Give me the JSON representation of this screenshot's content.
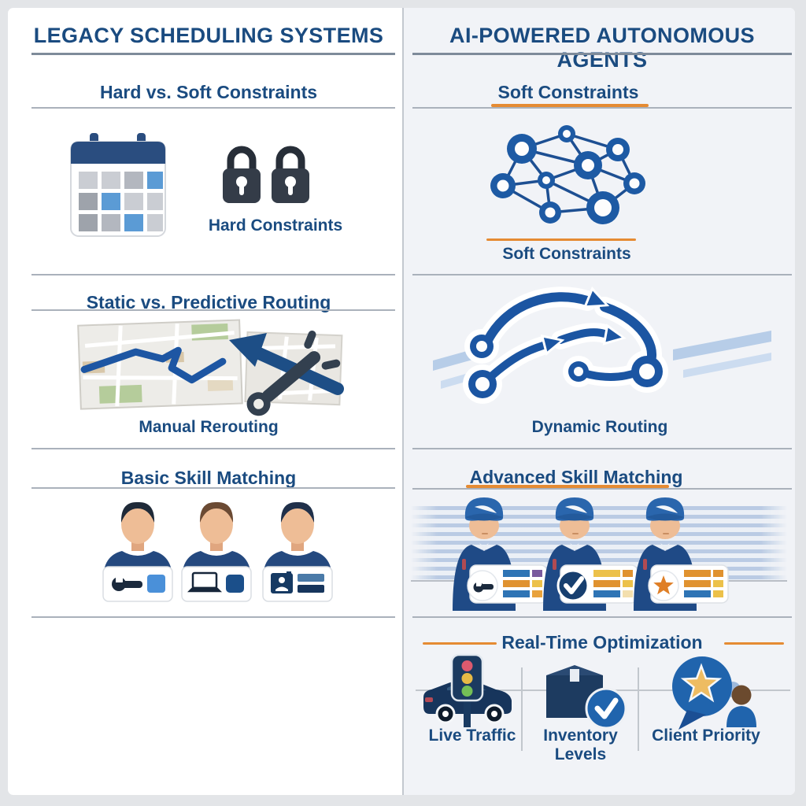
{
  "left": {
    "header": "LEGACY SCHEDULING SYSTEMS",
    "constraints": {
      "title": "Hard vs. Soft Constraints",
      "caption": "Hard Constraints"
    },
    "routing": {
      "title": "Static vs. Predictive Routing",
      "caption": "Manual Rerouting"
    },
    "skills": {
      "title": "Basic Skill Matching"
    }
  },
  "right": {
    "header": "AI-POWERED AUTONOMOUS AGENTS",
    "constraints": {
      "title": "Soft Constraints",
      "caption": "Soft Constraints"
    },
    "routing": {
      "caption": "Dynamic Routing"
    },
    "skills": {
      "title": "Advanced Skill Matching"
    },
    "optimization": {
      "title": "Real-Time Optimization",
      "items": [
        {
          "label": "Live Traffic",
          "icon": "traffic-light-car-icon"
        },
        {
          "label": "Inventory Levels",
          "icon": "inventory-box-check-icon"
        },
        {
          "label": "Client Priority",
          "icon": "client-chat-star-icon"
        }
      ]
    }
  },
  "colors": {
    "navy_text": "#1A4B80",
    "accent_orange": "#E58B33",
    "primary_blue": "#1D5AA4",
    "light_blue": "#5B9BD5",
    "divider_gray": "#AAB1BB",
    "right_panel_bg": "#F1F3F7",
    "frame_bg": "#E3E5E8"
  }
}
